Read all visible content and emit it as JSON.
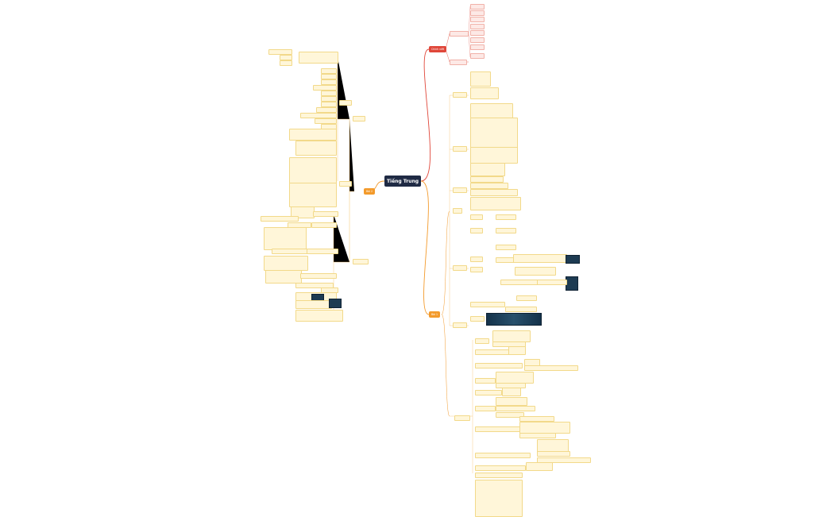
{
  "title": "Tiếng Trung",
  "branches": {
    "chinh_ta": "Chính viết",
    "bai1": "Bài 1",
    "bai2": "Bài 2"
  },
  "colors": {
    "central": "#1f2a44",
    "red_branch": "#e0473a",
    "orange_branch": "#f39a2b",
    "node_fill": "#fff6d9"
  }
}
